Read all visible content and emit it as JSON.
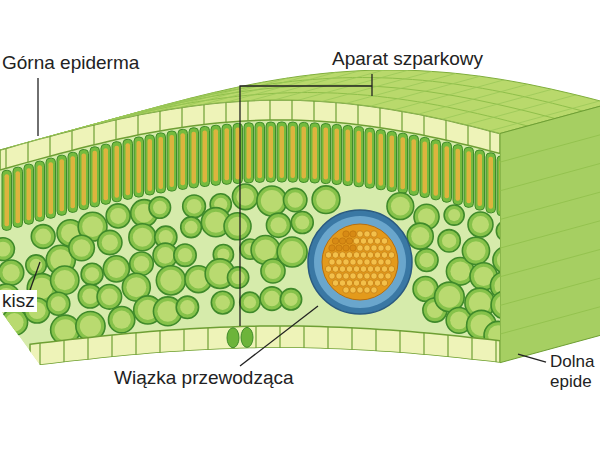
{
  "diagram": {
    "labels": [
      "Górna epiderma",
      "Aparat szparkowy",
      "kisz",
      "Wiązka przewodząca",
      "Dolna epide"
    ]
  }
}
